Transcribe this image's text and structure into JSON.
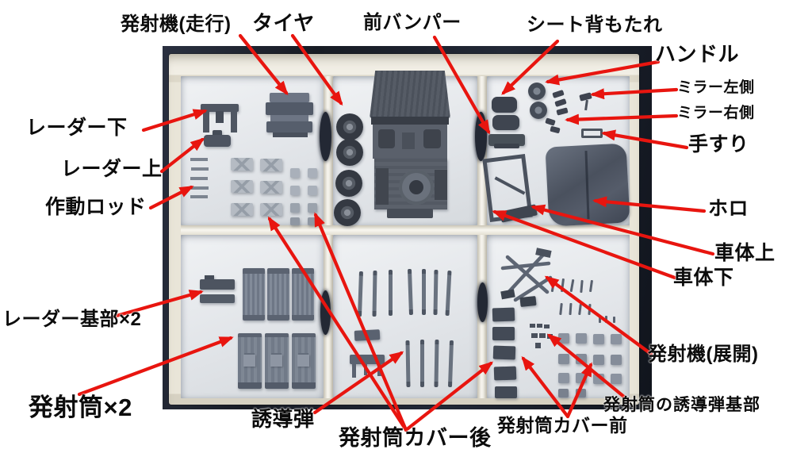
{
  "figure": {
    "kind": "annotated parts-box photo",
    "arrow_color": "#e8150f",
    "label_color": "#0c0c0c",
    "photo_background": "#1d222e",
    "box_cardboard": "#e9e5d8",
    "compartment_floor": "#e4e6e9",
    "parts_gray": "#6b7380"
  },
  "annotations": {
    "launcher_travel": "発射機(走行)",
    "tire": "タイヤ",
    "front_bumper": "前バンパー",
    "seat_backrest": "シート背もたれ",
    "handle": "ハンドル",
    "mirror_left": "ミラー左側",
    "mirror_right": "ミラー右側",
    "handrail": "手すり",
    "radar_lower": "レーダー下",
    "radar_upper": "レーダー上",
    "actuating_rod": "作動ロッド",
    "hood_tarp": "ホロ",
    "body_upper": "車体上",
    "body_lower": "車体下",
    "radar_base_x2": "レーダー基部×2",
    "launch_tube_x2": "発射筒×2",
    "guided_missile": "誘導弾",
    "tube_cover_rear": "発射筒カバー後",
    "tube_cover_front": "発射筒カバー前",
    "launcher_deployed": "発射機(展開)",
    "tube_missile_base": "発射筒の誘導弾基部"
  }
}
